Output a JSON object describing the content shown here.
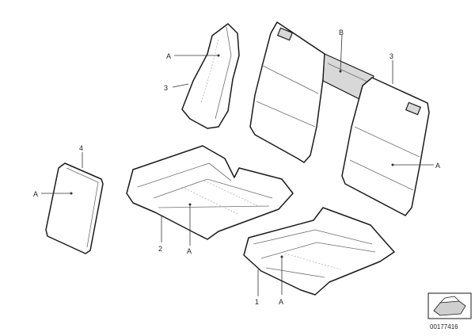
{
  "labels": {
    "l_a1": "A",
    "l_3a": "3",
    "l_b": "B",
    "l_3b": "3",
    "l_a2": "A",
    "l_4": "4",
    "l_a3": "A",
    "l_2": "2",
    "l_a4": "A",
    "l_1": "1",
    "l_a5": "A"
  },
  "reference_number": "00177416"
}
